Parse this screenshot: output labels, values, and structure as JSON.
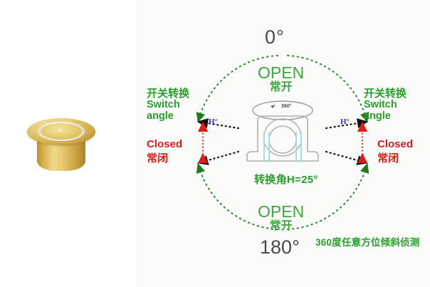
{
  "meta": {
    "figure_type": "product-diagram",
    "description": "360-degree tilt/vibration sensor switching angle diagram with brass cylindrical sensor photo"
  },
  "colors": {
    "green": "#27a02a",
    "open_green": "#3aa93d",
    "red": "#e01b1b",
    "blue": "#3a32cc",
    "dark_gray": "#4a4a4a",
    "housing_gray": "#b0b0b0",
    "pin_cyan": "#9fdff0",
    "panel_bg": "#fbfbfa",
    "brass": "#ddc163"
  },
  "product": {
    "name": "brass-tilt-sensor",
    "body_label": ""
  },
  "diagram": {
    "angle_top": "0",
    "angle_top_unit": "°",
    "angle_bottom": "180",
    "angle_bottom_unit": "°",
    "open_en": "OPEN",
    "open_cn": "常开",
    "switch_cn": "开关转换",
    "switch_en_line1": "Switch",
    "switch_en_line2": "angle",
    "closed_en": "Closed",
    "closed_cn": "常闭",
    "h_label": "H°",
    "conversion_angle": "转换角H=25°",
    "tagline": "360度任意方位倾斜侦测",
    "rotation_label": "360°"
  },
  "chart_data": {
    "type": "diagram",
    "title": "360度任意方位倾斜侦测",
    "circle_center": [
      207,
      200
    ],
    "circle_radius": 122,
    "switch_angle_deg": 25,
    "zones": [
      {
        "name": "OPEN 常开 (top)",
        "label_en": "OPEN",
        "label_cn": "常开",
        "state": "open",
        "position": "top"
      },
      {
        "name": "OPEN 常开 (bottom)",
        "label_en": "OPEN",
        "label_cn": "常开",
        "state": "open",
        "position": "bottom"
      },
      {
        "name": "Closed 常闭 (left)",
        "label_en": "Closed",
        "label_cn": "常闭",
        "state": "closed",
        "position": "left"
      },
      {
        "name": "Closed 常闭 (right)",
        "label_en": "Closed",
        "label_cn": "常闭",
        "state": "closed",
        "position": "right"
      }
    ],
    "annotations": [
      "0°",
      "180°",
      "H°",
      "转换角H=25°",
      "360°"
    ]
  }
}
